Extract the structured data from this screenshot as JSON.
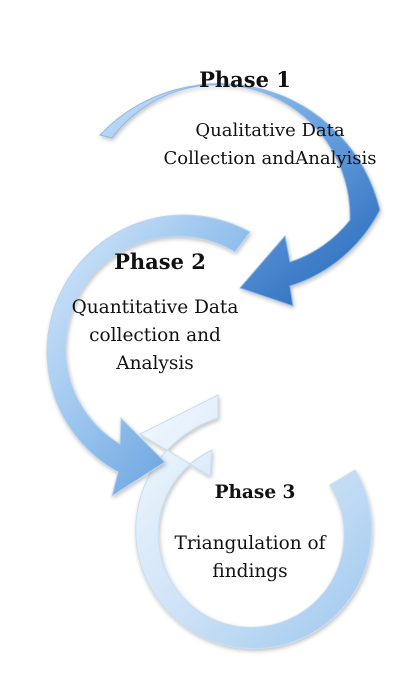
{
  "colors": {
    "phase1_dark": "#2e73c6",
    "phase1_light": "#a8cdf2",
    "phase2_dark": "#6ca6df",
    "phase2_light": "#cfe3f8",
    "phase3_dark": "#a9cdef",
    "phase3_light": "#eef5fd",
    "text": "#111111"
  },
  "phases": [
    {
      "title": "Phase 1",
      "lines": [
        "Qualitative Data",
        "Collection andAnalyisis"
      ]
    },
    {
      "title": "Phase 2",
      "lines": [
        "Quantitative Data",
        "collection and",
        "Analysis"
      ]
    },
    {
      "title": "Phase 3",
      "lines": [
        "Triangulation of",
        "findings"
      ]
    }
  ]
}
